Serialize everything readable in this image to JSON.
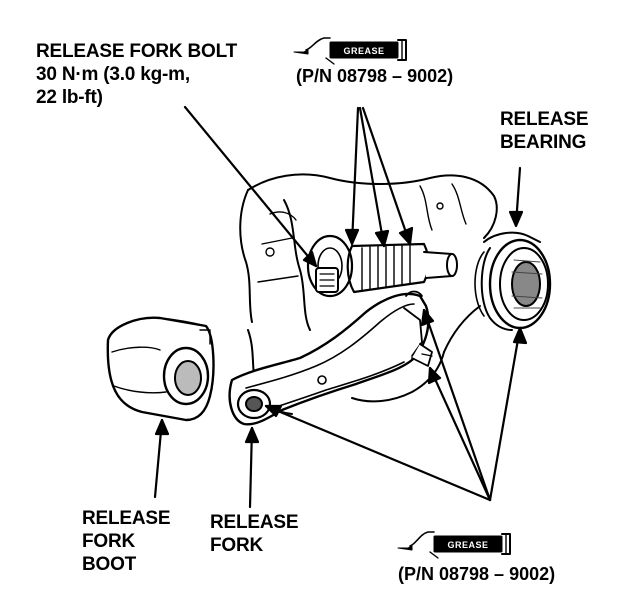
{
  "labels": {
    "release_fork_bolt": {
      "line1": "RELEASE FORK BOLT",
      "line2": "30 N·m (3.0 kg-m,",
      "line3": "22 lb-ft)"
    },
    "release_bearing": {
      "line1": "RELEASE",
      "line2": "BEARING"
    },
    "release_fork_boot": {
      "line1": "RELEASE",
      "line2": "FORK",
      "line3": "BOOT"
    },
    "release_fork": {
      "line1": "RELEASE",
      "line2": "FORK"
    }
  },
  "grease_top": {
    "tube_label": "GREASE",
    "part_number": "(P/N 08798 – 9002)"
  },
  "grease_bottom": {
    "tube_label": "GREASE",
    "part_number": "(P/N 08798 – 9002)"
  },
  "icons": [
    "grease-tube-icon"
  ]
}
